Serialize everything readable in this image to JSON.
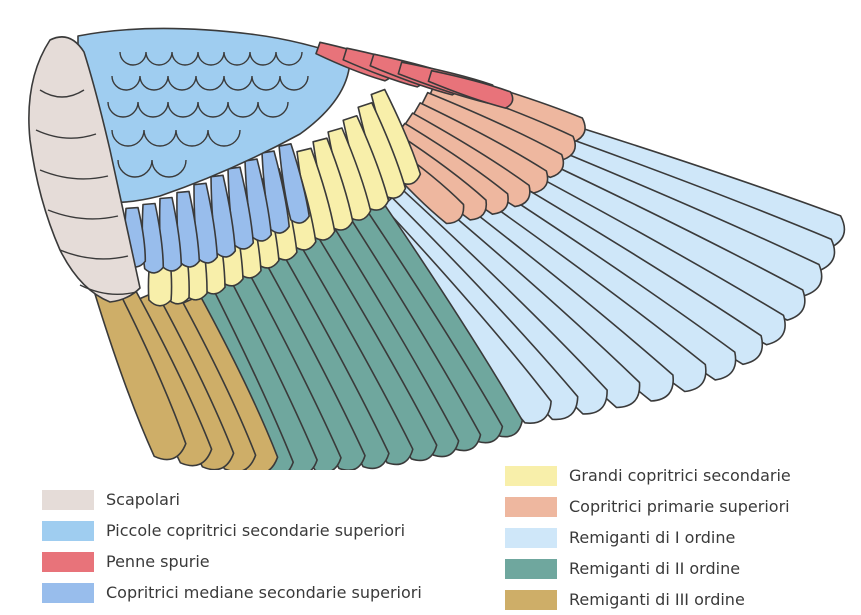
{
  "legend": {
    "left": [
      {
        "id": "scapolari",
        "label": "Scapolari",
        "color": "#e5dcd8"
      },
      {
        "id": "piccole",
        "label": "Piccole copritrici secondarie superiori",
        "color": "#9fcdf0"
      },
      {
        "id": "spurie",
        "label": "Penne spurie",
        "color": "#e8737a"
      },
      {
        "id": "mediane",
        "label": "Copritrici mediane secondarie superiori",
        "color": "#98bdec"
      }
    ],
    "right": [
      {
        "id": "grandi",
        "label": "Grandi copritrici secondarie",
        "color": "#f8efaa"
      },
      {
        "id": "primarie",
        "label": "Copritrici primarie superiori",
        "color": "#eeb79f"
      },
      {
        "id": "remiganti1",
        "label": "Remiganti di I ordine",
        "color": "#cfe7f9"
      },
      {
        "id": "remiganti2",
        "label": "Remiganti di II ordine",
        "color": "#6fa79e"
      },
      {
        "id": "remiganti3",
        "label": "Remiganti di III ordine",
        "color": "#ceae68"
      }
    ]
  }
}
